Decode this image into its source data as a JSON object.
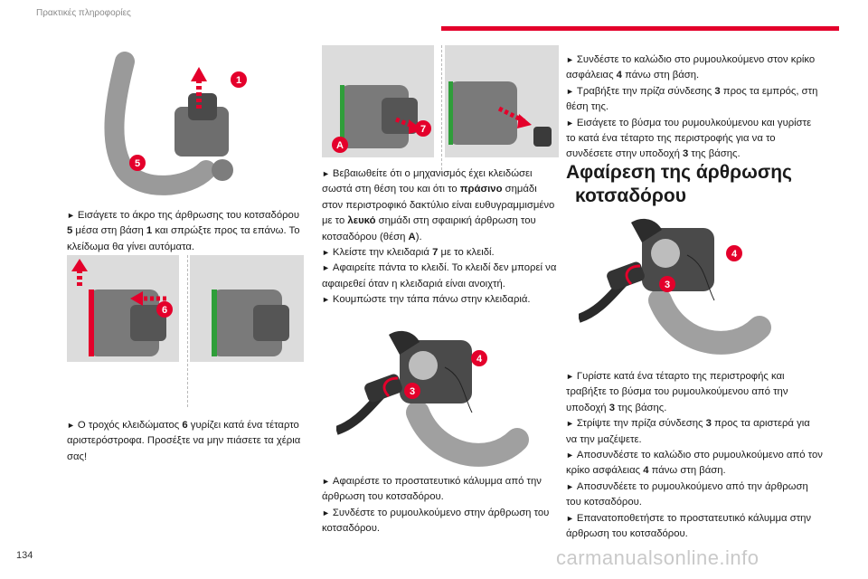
{
  "header": {
    "section": "Πρακτικές πληροφορίες"
  },
  "page_number": "134",
  "watermark": "carmanualsonline.info",
  "colors": {
    "accent": "#e4002b",
    "green_mark": "#2f9e3a",
    "red_mark": "#e4002b"
  },
  "col1": {
    "fig1_labels": [
      "1",
      "5"
    ],
    "step1": {
      "pre": "Εισάγετε το άκρο της άρθρωσης του κοτσαδόρου",
      "b1": "5",
      "mid": " μέσα στη βάση ",
      "b2": "1",
      "post": " και σπρώξτε προς τα επάνω. Το κλείδωμα θα γίνει αυτόματα."
    },
    "fig2_labels": [
      "6"
    ],
    "step2": {
      "pre": "Ο τροχός κλειδώματος ",
      "b1": "6",
      "post": " γυρίζει κατά ένα τέταρτο αριστερόστροφα. Προσέξτε να μην πιάσετε τα χέρια σας!"
    }
  },
  "col2": {
    "fig3_labels": [
      "7",
      "A"
    ],
    "step3": {
      "pre": "Βεβαιωθείτε ότι ο μηχανισμός έχει κλειδώσει σωστά στη θέση του και ότι το ",
      "b1": "πράσινο",
      "mid": " σημάδι στον περιστροφικό δακτύλιο είναι ευθυγραμμισμένο με το ",
      "b2": "λευκό",
      "mid2": " σημάδι στη σφαιρική άρθρωση του κοτσαδόρου (θέση ",
      "b3": "A",
      "post": ")."
    },
    "step4": {
      "pre": "Κλείστε την κλειδαριά ",
      "b1": "7",
      "post": " με το κλειδί."
    },
    "step5": "Αφαιρείτε πάντα το κλειδί. Το κλειδί δεν μπορεί να αφαιρεθεί όταν η κλειδαριά είναι ανοιχτή.",
    "step6": "Κουμπώστε την τάπα πάνω στην κλειδαριά.",
    "fig4_labels": [
      "4",
      "3"
    ],
    "step7": "Αφαιρέστε το προστατευτικό κάλυμμα από την άρθρωση του κοτσαδόρου.",
    "step8": "Συνδέστε το ρυμουλκούμενο στην άρθρωση του κοτσαδόρου."
  },
  "col3": {
    "step9": {
      "pre": "Συνδέστε το καλώδιο στο ρυμουλκούμενο στον κρίκο ασφάλειας ",
      "b1": "4",
      "post": " πάνω στη βάση."
    },
    "step10": {
      "pre": "Τραβήξτε την πρίζα σύνδεσης ",
      "b1": "3",
      "post": " προς τα εμπρός, στη θέση της."
    },
    "step11": {
      "pre": "Εισάγετε το βύσμα του ρυμουλκούμενου και γυρίστε το κατά ένα τέταρτο της περιστροφής για να το συνδέσετε στην υποδοχή ",
      "b1": "3",
      "post": " της βάσης."
    },
    "section_title_l1": "Αφαίρεση της άρθρωσης",
    "section_title_l2": "κοτσαδόρου",
    "fig5_labels": [
      "4",
      "3"
    ],
    "step12": {
      "pre": "Γυρίστε κατά ένα τέταρτο της περιστροφής και τραβήξτε το βύσμα του ρυμουλκούμενου από την υποδοχή ",
      "b1": "3",
      "post": " της βάσης."
    },
    "step13": {
      "pre": "Στρίψτε την πρίζα σύνδεσης ",
      "b1": "3",
      "post": " προς τα αριστερά για να την μαζέψετε."
    },
    "step14": {
      "pre": "Αποσυνδέστε το καλώδιο στο ρυμουλκούμενο από τον κρίκο ασφάλειας ",
      "b1": "4",
      "post": " πάνω στη βάση."
    },
    "step15": "Αποσυνδέετε το ρυμουλκούμενο από την άρθρωση του κοτσαδόρου.",
    "step16": "Επανατοποθετήστε το προστατευτικό κάλυμμα στην άρθρωση του κοτσαδόρου."
  },
  "bullet_glyph": "►"
}
